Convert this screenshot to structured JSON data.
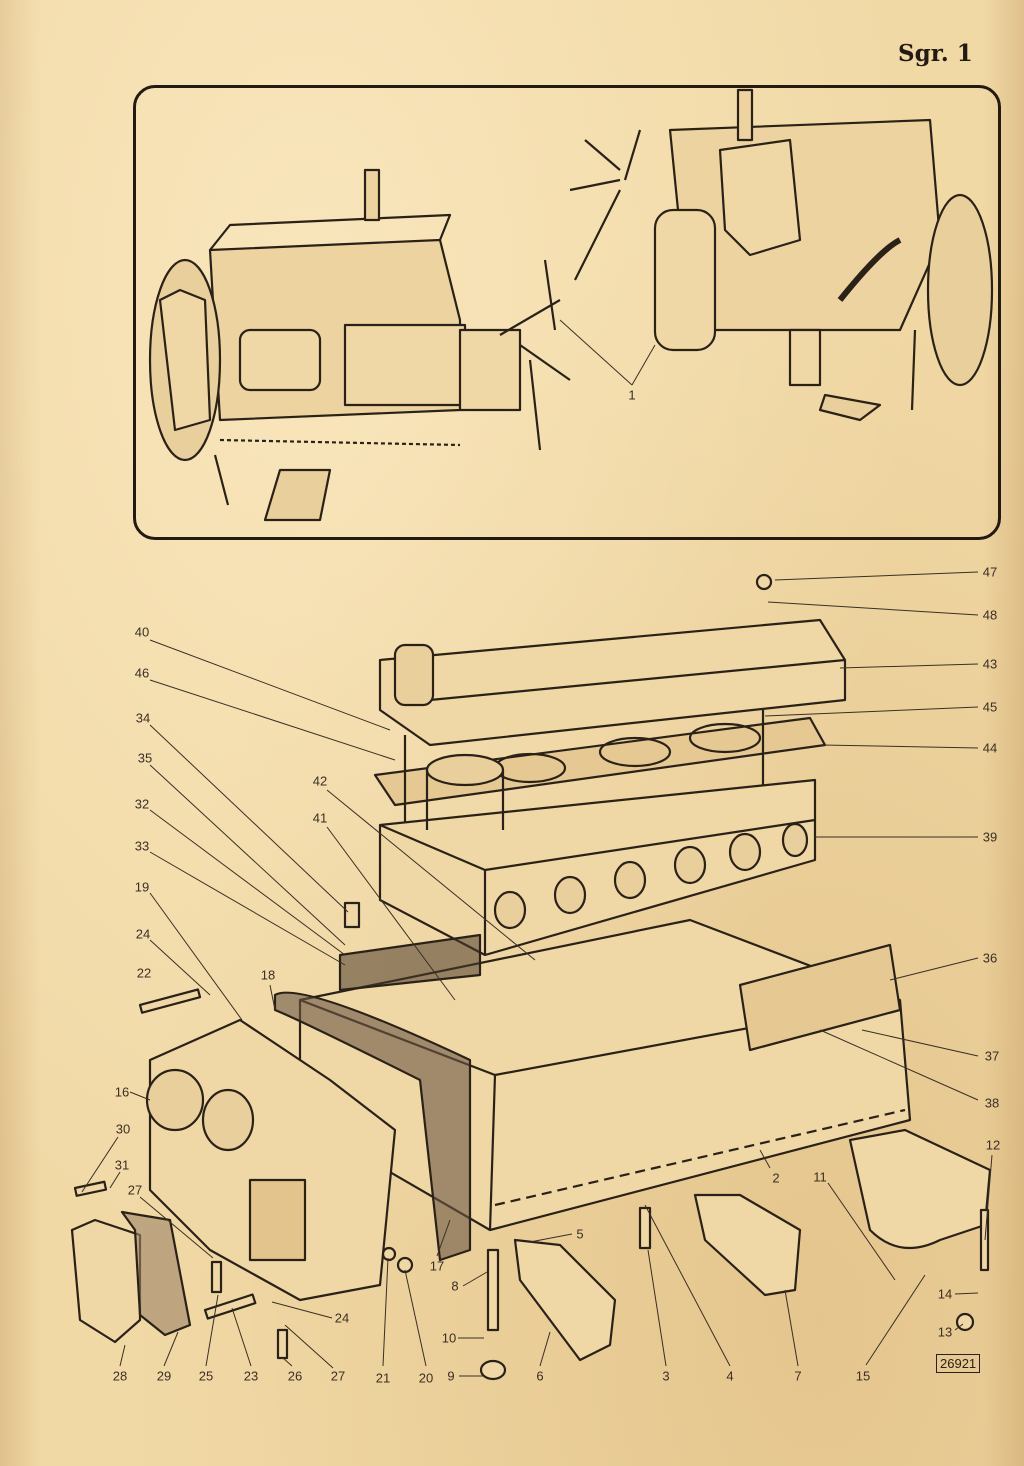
{
  "sheet": {
    "id": "Sgr. 1",
    "drawing_number": "26921"
  },
  "callouts": [
    "1",
    "47",
    "48",
    "43",
    "45",
    "44",
    "39",
    "36",
    "37",
    "38",
    "2",
    "12",
    "11",
    "14",
    "13",
    "15",
    "7",
    "4",
    "3",
    "5",
    "6",
    "8",
    "10",
    "9",
    "20",
    "21",
    "27",
    "26",
    "24",
    "23",
    "25",
    "29",
    "28",
    "27",
    "31",
    "30",
    "16",
    "22",
    "24",
    "19",
    "33",
    "32",
    "35",
    "34",
    "46",
    "40",
    "42",
    "41",
    "18",
    "17"
  ],
  "colors": {
    "paper": "#f1d9a6",
    "ink": "#231a12"
  }
}
